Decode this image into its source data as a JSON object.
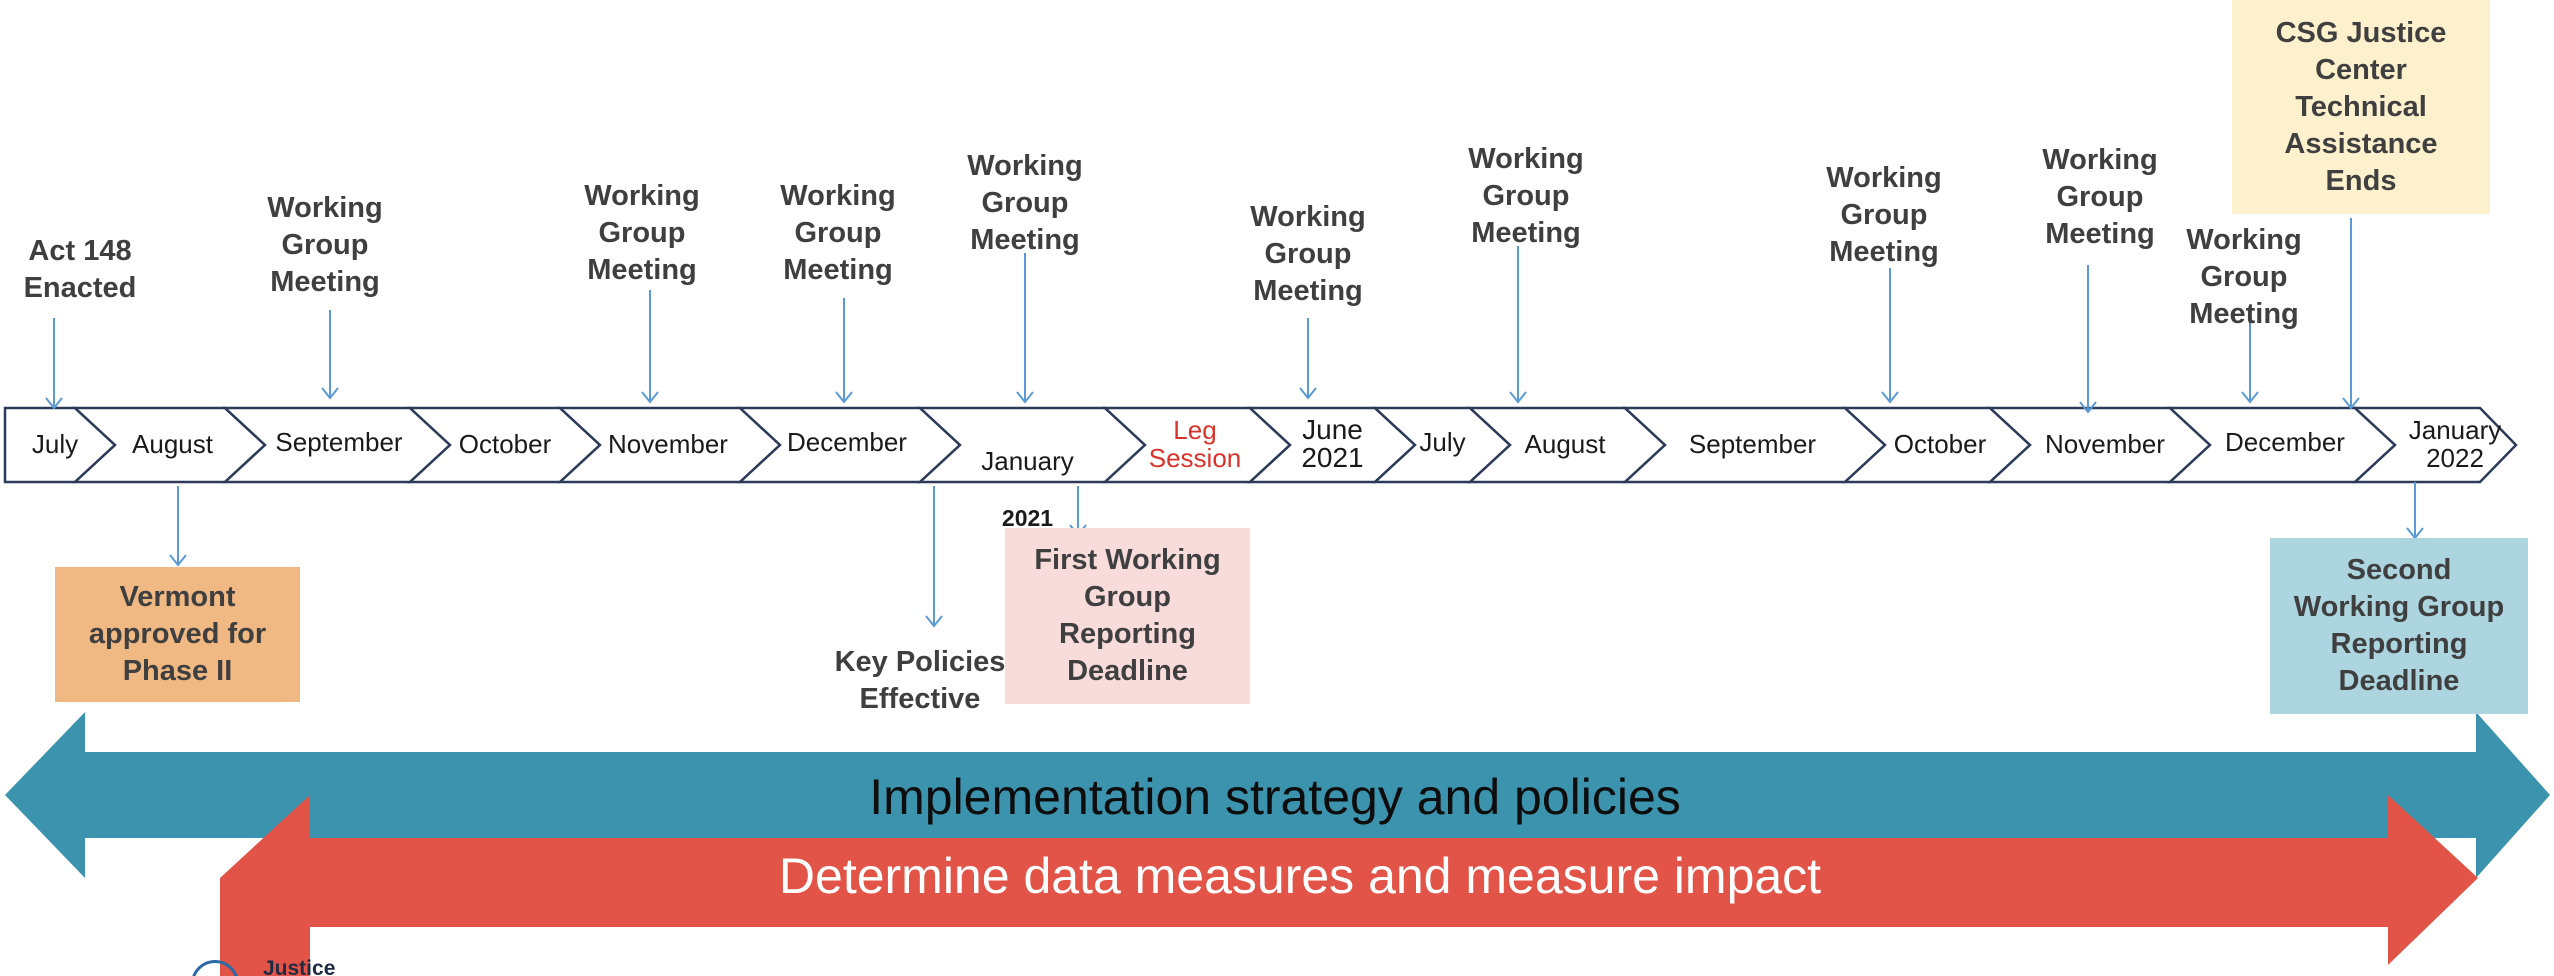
{
  "colors": {
    "timeline_stroke": "#2e3a59",
    "connector": "#5b9bd5",
    "leg_session": "#d9342b",
    "vermont_box": "#f0b984",
    "first_report_box": "#f8dcdb",
    "second_report_box": "#acd5e0",
    "csg_box": "#fdf0cc",
    "teal_arrow": "#3c93ae",
    "red_arrow": "#e15447",
    "dark_text": "#3f3f3f"
  },
  "timeline": {
    "months": [
      {
        "label": "July"
      },
      {
        "label": "August"
      },
      {
        "label": "September"
      },
      {
        "label": "October"
      },
      {
        "label": "November"
      },
      {
        "label": "December"
      },
      {
        "label": "January",
        "sub": "2021"
      },
      {
        "label": "Leg\nSession"
      },
      {
        "label": "June\n2021"
      },
      {
        "label": "July"
      },
      {
        "label": "August"
      },
      {
        "label": "September"
      },
      {
        "label": "October"
      },
      {
        "label": "November"
      },
      {
        "label": "December"
      },
      {
        "label": "January\n2022"
      }
    ]
  },
  "events_above": [
    {
      "text": "Act 148\nEnacted"
    },
    {
      "text": "Working\nGroup\nMeeting"
    },
    {
      "text": "Working\nGroup\nMeeting"
    },
    {
      "text": "Working\nGroup\nMeeting"
    },
    {
      "text": "Working\nGroup\nMeeting"
    },
    {
      "text": "Working\nGroup\nMeeting"
    },
    {
      "text": "Working\nGroup\nMeeting"
    },
    {
      "text": "Working\nGroup\nMeeting"
    },
    {
      "text": "Working\nGroup\nMeeting"
    },
    {
      "text": "Working\nGroup\nMeeting"
    },
    {
      "text": "CSG Justice\nCenter\nTechnical\nAssistance\nEnds"
    }
  ],
  "events_below": [
    {
      "text": "Vermont\napproved for\nPhase II"
    },
    {
      "text": "Key Policies\nEffective"
    },
    {
      "text": "First Working\nGroup\nReporting\nDeadline"
    },
    {
      "text": "Second\nWorking Group\nReporting\nDeadline"
    }
  ],
  "bands": {
    "implementation": "Implementation strategy and policies",
    "data_measures": "Determine data measures and measure impact"
  },
  "logo": {
    "text": "Justice",
    "icon": "justice-center-logo-icon"
  }
}
